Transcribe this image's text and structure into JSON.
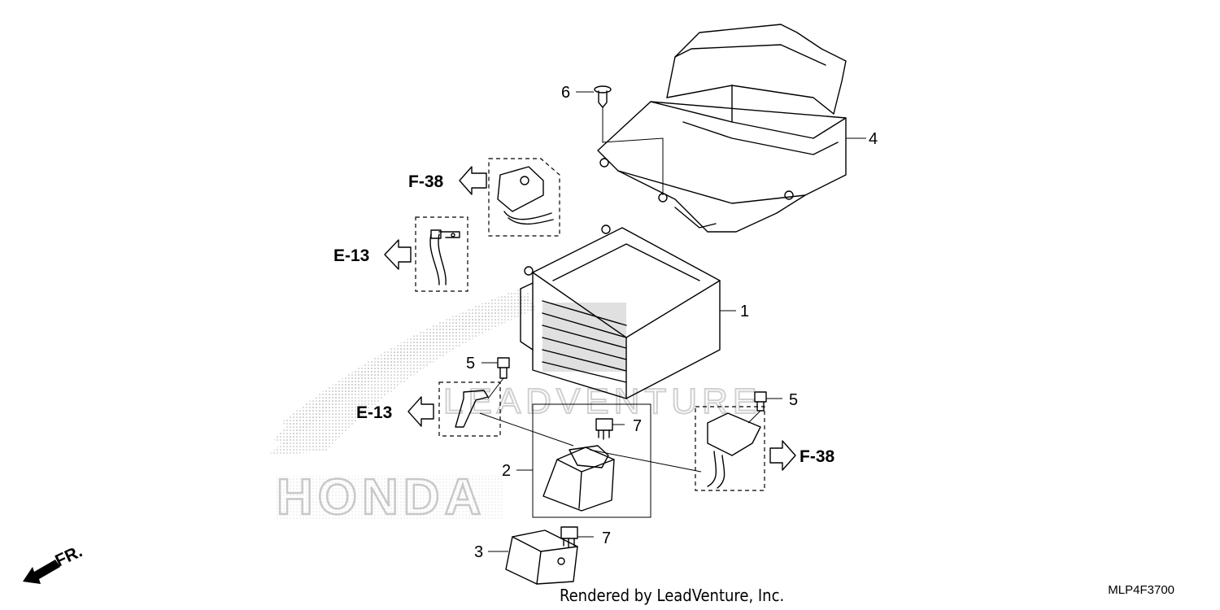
{
  "parts": [
    {
      "num": "1"
    },
    {
      "num": "2"
    },
    {
      "num": "3"
    },
    {
      "num": "4"
    },
    {
      "num": "5"
    },
    {
      "num": "5"
    },
    {
      "num": "6"
    },
    {
      "num": "7"
    },
    {
      "num": "7"
    }
  ],
  "refs": [
    "F-38",
    "E-13",
    "E-13",
    "F-38"
  ],
  "direction_label": "FR.",
  "footer": "Rendered by LeadVenture, Inc.",
  "diagram_code": "MLP4F3700",
  "watermark_text": "LEADVENTURE",
  "brand_watermark": "HONDA"
}
